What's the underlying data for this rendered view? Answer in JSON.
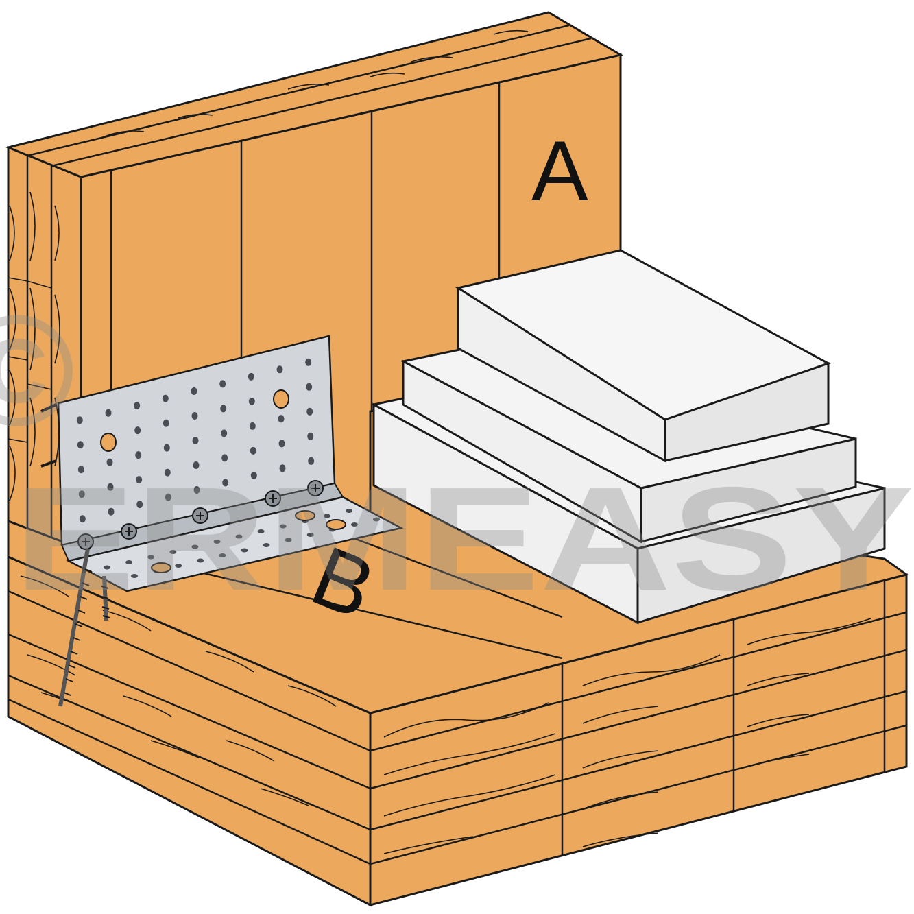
{
  "labels": {
    "wall": "A",
    "floor": "B"
  },
  "watermark": {
    "text": "ERMEASY",
    "symbol": "©"
  },
  "colors": {
    "wood": "#ECA95E",
    "wood_dark": "#D9924A",
    "outline": "#1A1A1A",
    "insulation": "#F4F4F4",
    "insulation_shade": "#E4E4E4",
    "steel": "#D2D6DB",
    "steel_dark": "#B3B8BE",
    "watermark": "#9A9A9A"
  }
}
